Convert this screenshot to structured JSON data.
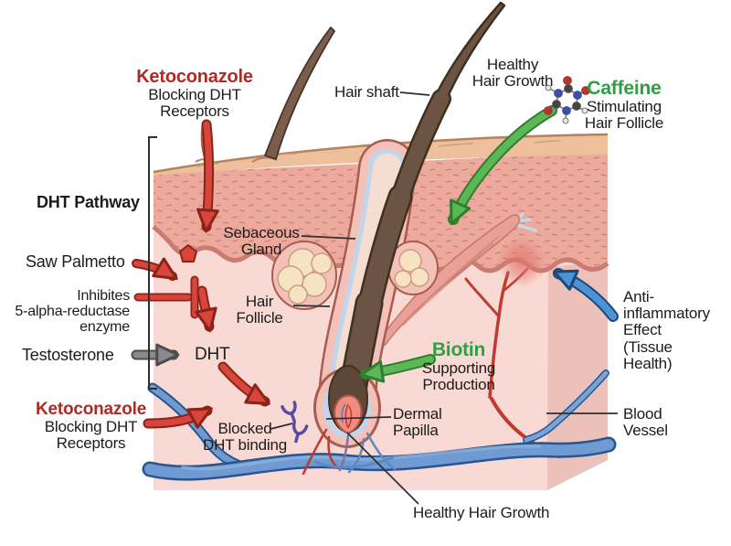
{
  "annotations": {
    "keto_top": {
      "title": "Ketoconazole",
      "lines": [
        "Blocking DHT",
        "Receptors"
      ]
    },
    "hair_shaft": {
      "text": "Hair shaft"
    },
    "healthy_growth_top": {
      "lines": [
        "Healthy",
        "Hair Growth"
      ]
    },
    "caffeine": {
      "title": "Caffeine",
      "lines": [
        "Stimulating",
        "Hair Follicle"
      ]
    },
    "dht_pathway": {
      "text": "DHT Pathway"
    },
    "saw_palmetto": {
      "text": "Saw Palmetto"
    },
    "inhibits_enzyme": {
      "lines": [
        "Inhibites",
        "5-alpha-reductase",
        "enzyme"
      ]
    },
    "testosterone": {
      "text": "Testosterone"
    },
    "dht": {
      "text": "DHT"
    },
    "sebaceous_gland": {
      "lines": [
        "Sebaceous",
        "Gland"
      ]
    },
    "hair_follicle": {
      "lines": [
        "Hair",
        "Follicle"
      ]
    },
    "biotin": {
      "title": "Biotin",
      "lines": [
        "Supporting",
        "Production"
      ]
    },
    "anti_inflammatory": {
      "lines": [
        "Anti-",
        "inflammatory",
        "Effect",
        "(Tissue",
        "Health)"
      ]
    },
    "keto_bottom": {
      "title": "Ketoconazole",
      "lines": [
        "Blocking DHT",
        "Receptors"
      ]
    },
    "blocked_binding": {
      "lines": [
        "Blocked",
        "DHT binding"
      ]
    },
    "dermal_papilla": {
      "lines": [
        "Dermal",
        "Papilla"
      ]
    },
    "blood_vessel": {
      "lines": [
        "Blood",
        "Vessel"
      ]
    },
    "healthy_growth_bottom": {
      "text": "Healthy Hair Growth"
    }
  },
  "icons": {
    "caffeine_molecule": "caffeine-molecule-icon",
    "dht_molecule": "dht-molecule-icon",
    "blocked_receptor": "blocked-receptor-icon"
  },
  "colors": {
    "ketoconazole_red_text": "#ae2b24",
    "supplement_green_text": "#2f9e44",
    "arrow_red": "#d8453a",
    "arrow_green": "#5cb854",
    "arrow_blue": "#4b93d9",
    "arrow_gray": "#8a8a8a",
    "skin_surface_tan": "#edbf9b",
    "epidermis_pink": "#eda99c",
    "dermis_pink": "#f9d9d3",
    "vessel_blue": "#6f9ad2",
    "vessel_red": "#bf3a31",
    "hair_brown": "#6b5443",
    "receptor_purple": "#584ba2"
  }
}
